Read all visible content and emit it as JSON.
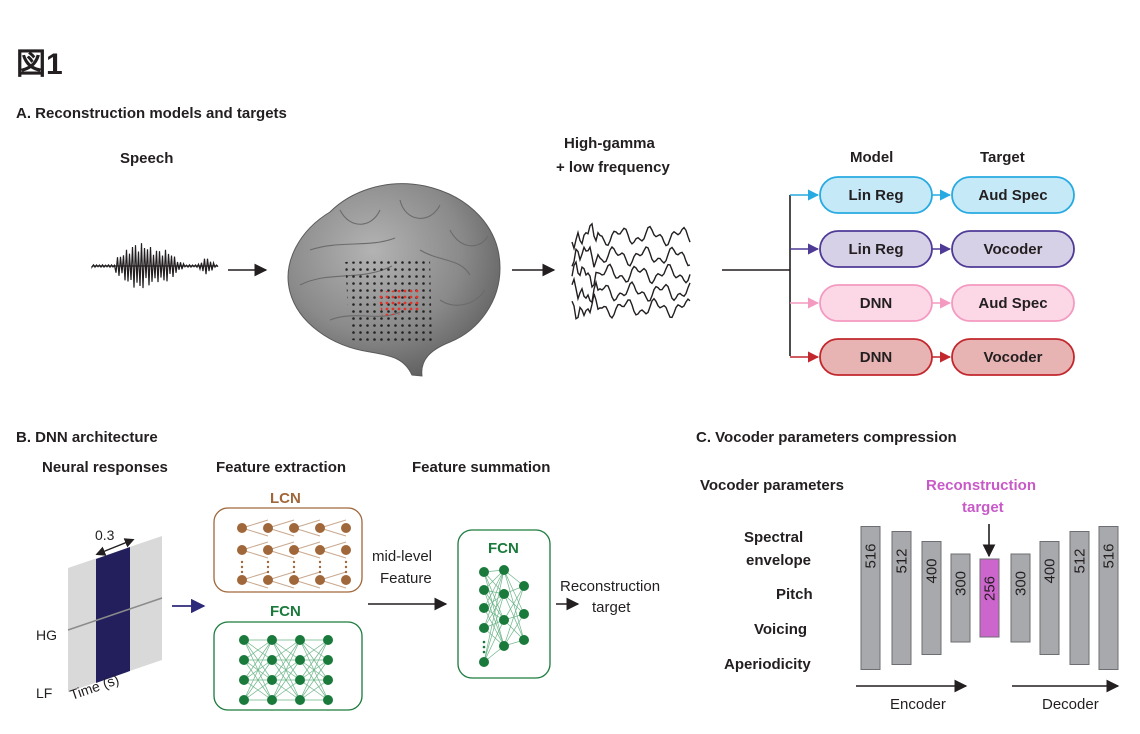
{
  "figure_label": "図1",
  "panelA": {
    "title": "A. Reconstruction models and targets",
    "speech_label": "Speech",
    "signal_label_1": "High-gamma",
    "signal_label_2": "+ low frequency",
    "model_header": "Model",
    "target_header": "Target",
    "rows": [
      {
        "model": "Lin Reg",
        "target": "Aud Spec",
        "color": "#27aae1",
        "fill": "#c5e9f7"
      },
      {
        "model": "Lin Reg",
        "target": "Vocoder",
        "color": "#4f3a96",
        "fill": "#d7d1e8"
      },
      {
        "model": "DNN",
        "target": "Aud Spec",
        "color": "#f49ac1",
        "fill": "#fcd8e6"
      },
      {
        "model": "DNN",
        "target": "Vocoder",
        "color": "#c1272d",
        "fill": "#e8b4b3"
      }
    ]
  },
  "panelB": {
    "title": "B. DNN architecture",
    "neural_responses": "Neural responses",
    "feature_extraction": "Feature extraction",
    "feature_summation": "Feature summation",
    "window_label": "0.3",
    "hg_label": "HG",
    "lf_label": "LF",
    "time_label": "Time (s)",
    "lcn_label": "LCN",
    "fcn_label": "FCN",
    "fcn2_label": "FCN",
    "mid_level_1": "mid-level",
    "mid_level_2": "Feature",
    "recon_1": "Reconstruction",
    "recon_2": "target",
    "colors": {
      "lcn": "#a0673a",
      "fcn": "#1a7a3b",
      "window": "#231f5c"
    }
  },
  "panelC": {
    "title": "C. Vocoder parameters compression",
    "vocoder_params": "Vocoder parameters",
    "recon_target_1": "Reconstruction",
    "recon_target_2": "target",
    "params": [
      "Spectral",
      "envelope",
      "Pitch",
      "Voicing",
      "Aperiodicity"
    ],
    "encoder_layers": [
      "516",
      "512",
      "400",
      "300"
    ],
    "bottleneck": "256",
    "decoder_layers": [
      "300",
      "400",
      "512",
      "516"
    ],
    "encoder_label": "Encoder",
    "decoder_label": "Decoder",
    "colors": {
      "layer": "#a7a9ac",
      "bottleneck": "#cc66cc",
      "accent": "#c85ac8"
    }
  }
}
